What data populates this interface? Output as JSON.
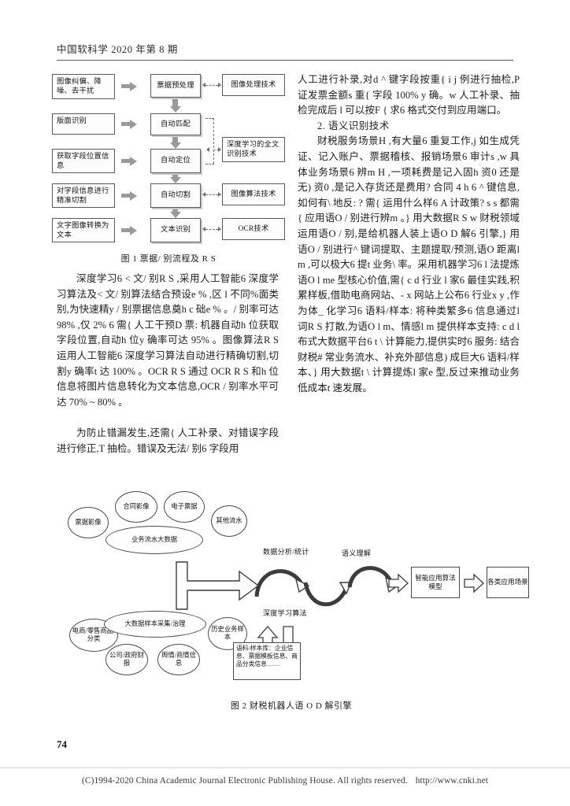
{
  "page": {
    "running_head": "中国软科学 2020 年第 8 期",
    "folio": "74",
    "copyright": "(C)1994-2020 China Academic Journal Electronic Publishing House. All rights reserved.",
    "copyright_url": "http://www.cnki.net"
  },
  "figure1": {
    "caption": "图 1   票据/ 别流程及 R S",
    "inputs": [
      "图像纠偏、降噪、去干扰",
      "版面识别",
      "获取字段位置信息",
      "对字段信息进行精准切割",
      "文字图像转换为文本"
    ],
    "steps": [
      "票据预处理",
      "自动匹配",
      "自动定位",
      "自动切割",
      "文本识别"
    ],
    "techs": [
      "图像处理技术",
      "深度学习的全文识别技术",
      "图像算法技术",
      "OCR技术"
    ]
  },
  "figure2": {
    "caption": "图 2   财税机器人语 O D 解引擎",
    "top_sources": [
      "票据影像",
      "合同影像",
      "电子票据",
      "其他流水"
    ],
    "top_hub": "业务流水大数据",
    "bottom_sources": [
      "电商/零售商品/分类",
      "公司/政府财报",
      "舆情/商情信息",
      "历史业务样本"
    ],
    "bottom_hub": "大数据样本采集/治理",
    "flow_labels": {
      "analysis": "数据分析/统计",
      "semantic": "语义理解",
      "algorithm": "深度学习算法"
    },
    "note": "语料/样本库：企业信息、票据模板信息、商品分类信息……",
    "outputs": [
      "智能应用算法模型",
      "各类应用场景"
    ]
  },
  "left_column": {
    "paragraphs": [
      "深度学习6 < 文/ 别R S ,采用人工智能6 深度学习算法及< 文/ 别算法结合预设e % ,区 l 不同%面类别,为快速精y / 别票据信息奠h c 础e % 。/ 别率可达 98% ,仅 2% 6 需{ 人工干预D 票: 机器自动h 位获取字段位置,自动h 位y 确率可达 95% 。图像算法R S 运用人工智能6 深度学习算法自动进行精确切割,切割y 确率t 达 100% 。OCR R S 通过 OCR R S 和h 位信息将图片信息转化为文本信息,OCR / 别率水平可达 70% ~ 80% 。",
      "为防止错漏发生,还需{ 人工补录、对错误字段进行修正,T 抽检。错误及无法/ 别6 字段用"
    ]
  },
  "right_column": {
    "paragraph1": "人工进行补录,对d ^ 键字段按重{ i j 例进行抽检,P 证发票金额s 重{ 字段 100% y 确。w 人工补录、抽检完成后 l 可以按F { 求6 格式交付到应用端口。",
    "subhead": "2. 语义识别技术",
    "paragraph2": "财税服务场景H ,有大量6 重复工作,j 如生成凭证、记入账户、票据稽核、报销场景6 审计s ,w 具体业务场景6 辨m H ,一项耗费是记入固h 资0 还是无) 资0 ,是记入存货还是费用? 合同 4 h 6 ^ 键信息,如何有\\ 地反: ? 需{ 运用什么样6 A 计政策? s s 都需{ 应用语O / 别进行辨m 。} 用大数据R S w 财税领域运用语O / 别,是给机器人装上语O D 解6 引擎,} 用语O / 别进行^ 键词提取、主题提取/预测,语O 距离l m ,可以极大6 提t 业务\\ 率。采用机器学习6 l 法提炼语O l me 型核心价值,需{ c d 行业 l 家6 最佳实践,积累样板,借助电商网站、- x 网站上公布6 行业x y ,作为体_ 化学习6 语料/样本: 将种类繁多6 信息通过l 词R S 打散,为语O l m、情感l m 提供样本支持: c d l 布式大数据平台6 t \\ 计算能力,提供实时6 服务: 结合财税# 常业务流水、补充外部信息) 成巨大6 语料/样本、} 用大数据t \\ 计算提炼l 家e 型,反过来推动业务低成本t 速发展。"
  }
}
